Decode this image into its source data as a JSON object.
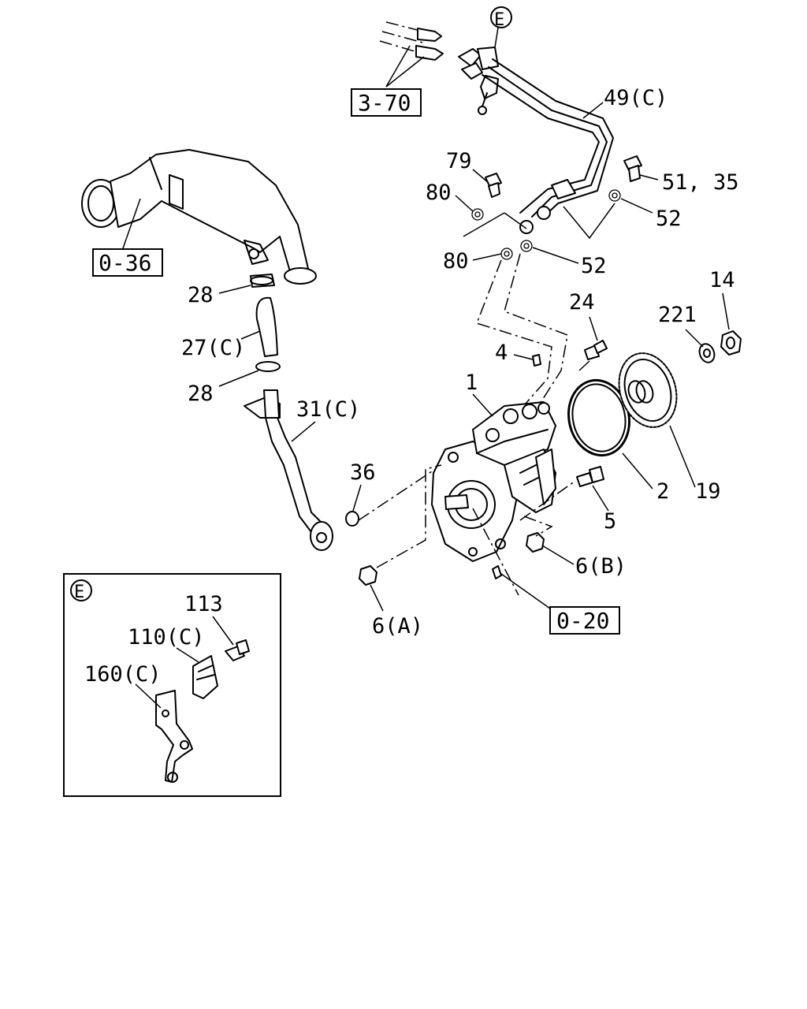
{
  "callouts": {
    "p_1": "1",
    "p_2": "2",
    "p_4": "4",
    "p_5": "5",
    "p_6a": "6(A)",
    "p_6b": "6(B)",
    "p_14": "14",
    "p_19": "19",
    "p_24": "24",
    "p_27c": "27(C)",
    "p_28_top": "28",
    "p_28_bottom": "28",
    "p_31c": "31(C)",
    "p_36": "36",
    "p_49c": "49(C)",
    "p_51_35": "51, 35",
    "p_52_top": "52",
    "p_52_bottom": "52",
    "p_79": "79",
    "p_80_top": "80",
    "p_80_bottom": "80",
    "p_221": "221"
  },
  "references": {
    "ref_3_70": "3-70",
    "ref_0_36": "0-36",
    "ref_0_20": "0-20"
  },
  "detail_view": {
    "marker": "E",
    "p_113": "113",
    "p_110c": "110(C)",
    "p_160c": "160(C)"
  },
  "main_marker": "E"
}
